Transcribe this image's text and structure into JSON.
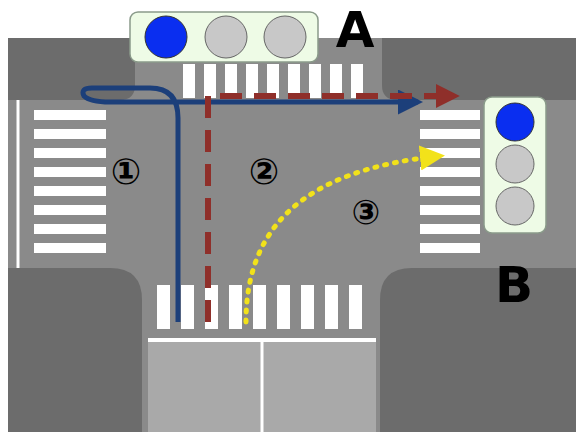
{
  "diagram": {
    "labels": [
      "A",
      "①",
      "②",
      "③",
      "B"
    ]
  }
}
